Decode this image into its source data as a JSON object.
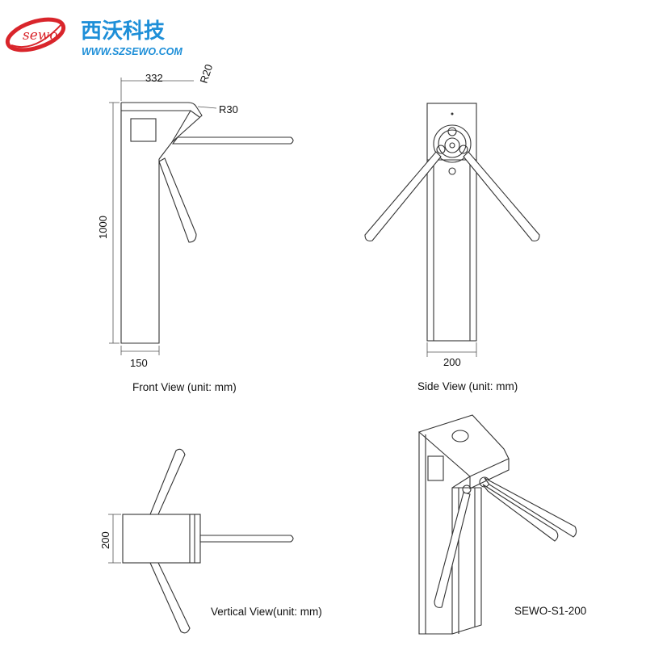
{
  "brand": {
    "logo_script": "sewo",
    "name_cn": "西沃科技",
    "url": "WWW.SZSEWO.COM",
    "color": "#1e8fd8",
    "logo_color": "#d9252b"
  },
  "front_view": {
    "caption": "Front View (unit: mm)",
    "dim_width_top": "332",
    "dim_radius_small": "R20",
    "dim_radius_large": "R30",
    "dim_height": "1000",
    "dim_width_bottom": "150"
  },
  "side_view": {
    "caption": "Side View (unit: mm)",
    "dim_width": "200"
  },
  "vertical_view": {
    "caption": "Vertical View(unit: mm)",
    "dim_width": "200"
  },
  "perspective_view": {
    "model_label": "SEWO-S1-200"
  }
}
